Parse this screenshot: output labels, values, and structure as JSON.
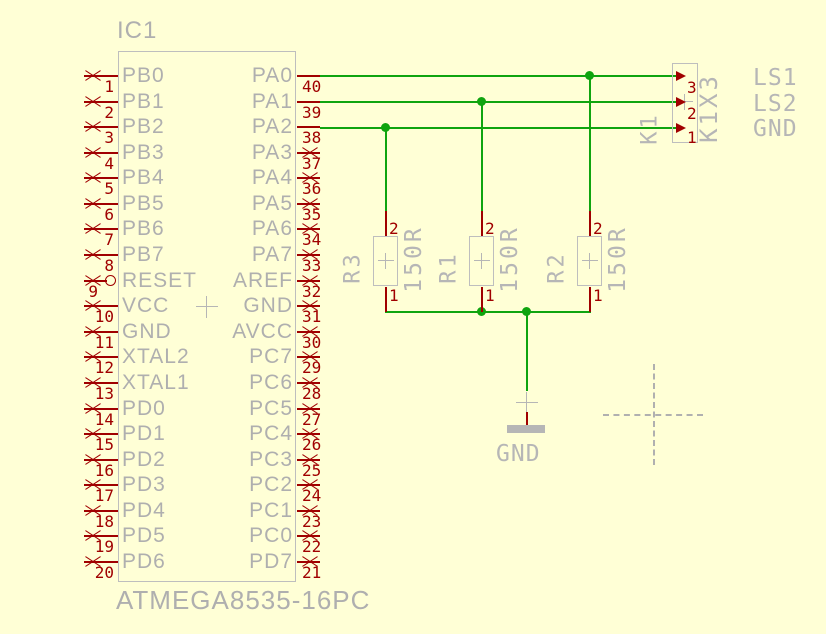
{
  "colors": {
    "background": "#FFFFD6",
    "net_wire_green": "#0FA40F",
    "pin_red": "#A00000",
    "symbol_gray": "#BEBEBE",
    "text_gray": "#AFAFAF"
  },
  "ic": {
    "designator": "IC1",
    "part": "ATMEGA8535-16PC",
    "left_pins": [
      {
        "name": "PB0",
        "number": "1"
      },
      {
        "name": "PB1",
        "number": "2"
      },
      {
        "name": "PB2",
        "number": "3"
      },
      {
        "name": "PB3",
        "number": "4"
      },
      {
        "name": "PB4",
        "number": "5"
      },
      {
        "name": "PB5",
        "number": "6"
      },
      {
        "name": "PB6",
        "number": "7"
      },
      {
        "name": "PB7",
        "number": "8"
      },
      {
        "name": "RESET",
        "number": "9"
      },
      {
        "name": "VCC",
        "number": "10"
      },
      {
        "name": "GND",
        "number": "11"
      },
      {
        "name": "XTAL2",
        "number": "12"
      },
      {
        "name": "XTAL1",
        "number": "13"
      },
      {
        "name": "PD0",
        "number": "14"
      },
      {
        "name": "PD1",
        "number": "15"
      },
      {
        "name": "PD2",
        "number": "16"
      },
      {
        "name": "PD3",
        "number": "17"
      },
      {
        "name": "PD4",
        "number": "18"
      },
      {
        "name": "PD5",
        "number": "19"
      },
      {
        "name": "PD6",
        "number": "20"
      }
    ],
    "right_pins": [
      {
        "name": "PA0",
        "number": "40",
        "connected": true
      },
      {
        "name": "PA1",
        "number": "39",
        "connected": true
      },
      {
        "name": "PA2",
        "number": "38",
        "connected": true
      },
      {
        "name": "PA3",
        "number": "37",
        "connected": false
      },
      {
        "name": "PA4",
        "number": "36",
        "connected": false
      },
      {
        "name": "PA5",
        "number": "35",
        "connected": false
      },
      {
        "name": "PA6",
        "number": "34",
        "connected": false
      },
      {
        "name": "PA7",
        "number": "33",
        "connected": false
      },
      {
        "name": "AREF",
        "number": "32",
        "connected": false
      },
      {
        "name": "GND",
        "number": "31",
        "connected": false
      },
      {
        "name": "AVCC",
        "number": "30",
        "connected": false
      },
      {
        "name": "PC7",
        "number": "29",
        "connected": false
      },
      {
        "name": "PC6",
        "number": "28",
        "connected": false
      },
      {
        "name": "PC5",
        "number": "27",
        "connected": false
      },
      {
        "name": "PC4",
        "number": "26",
        "connected": false
      },
      {
        "name": "PC3",
        "number": "25",
        "connected": false
      },
      {
        "name": "PC2",
        "number": "24",
        "connected": false
      },
      {
        "name": "PC1",
        "number": "23",
        "connected": false
      },
      {
        "name": "PC0",
        "number": "22",
        "connected": false
      },
      {
        "name": "PD7",
        "number": "21",
        "connected": false
      }
    ]
  },
  "resistors": [
    {
      "designator": "R3",
      "value": "150R",
      "top_pin": "2",
      "bottom_pin": "1"
    },
    {
      "designator": "R1",
      "value": "150R",
      "top_pin": "2",
      "bottom_pin": "1"
    },
    {
      "designator": "R2",
      "value": "150R",
      "top_pin": "2",
      "bottom_pin": "1"
    }
  ],
  "connector": {
    "designator": "K1",
    "part": "K1X3",
    "pin_numbers": [
      "3",
      "2",
      "1"
    ]
  },
  "net_labels": [
    "LS1",
    "LS2",
    "GND"
  ],
  "ground": {
    "label": "GND"
  }
}
